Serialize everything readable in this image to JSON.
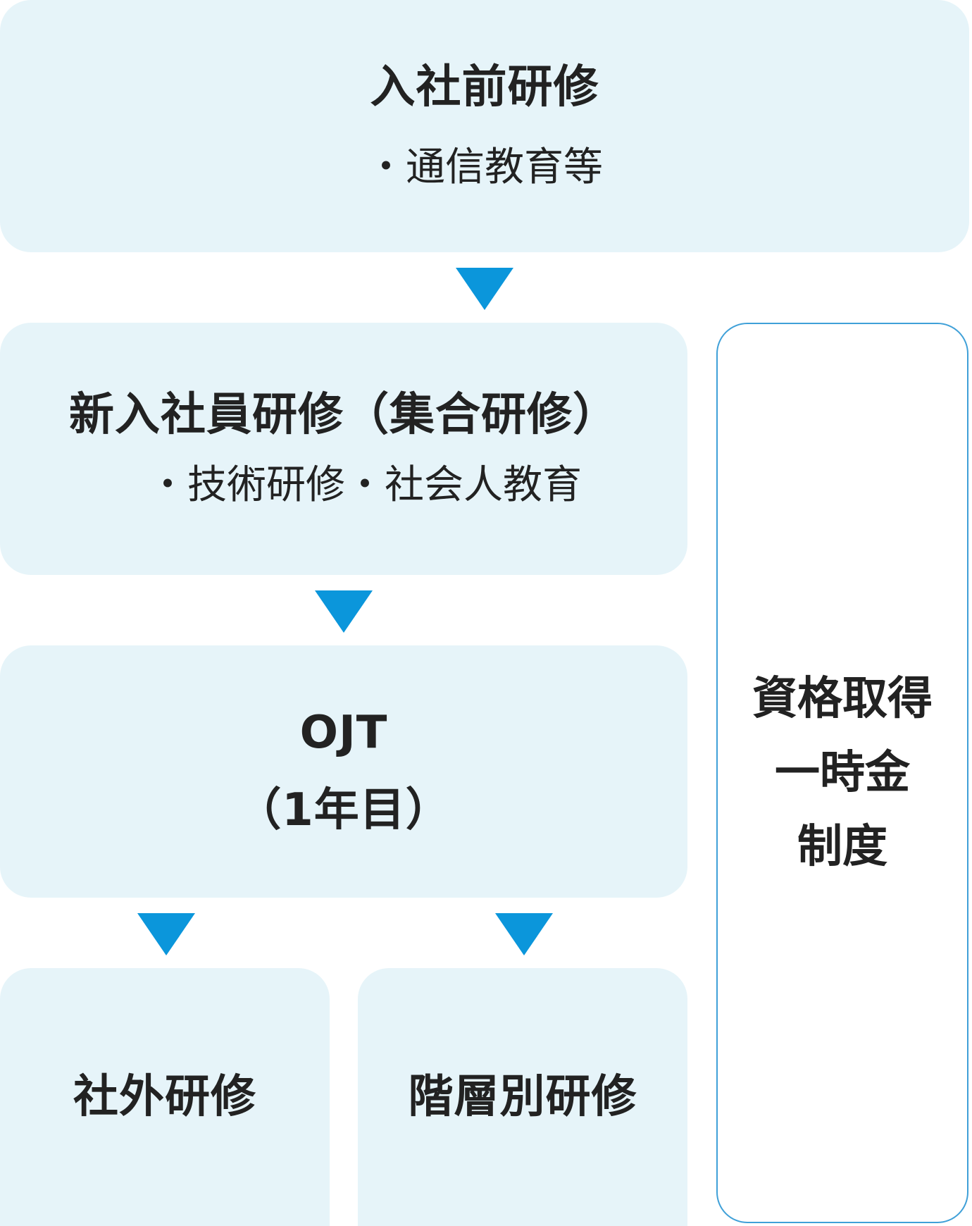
{
  "colors": {
    "box_fill": "#e6f4f9",
    "arrow": "#0b96db",
    "outline": "#3fa0d8",
    "text": "#222222"
  },
  "pre_entry": {
    "title": "入社前研修",
    "detail": "・通信教育等"
  },
  "new_employee": {
    "title": "新入社員研修（集合研修）",
    "detail": "・技術研修・社会人教育"
  },
  "ojt": {
    "title": "OJT",
    "period": "（1年目）"
  },
  "external": {
    "title": "社外研修"
  },
  "tiered": {
    "title": "階層別研修"
  },
  "certification": {
    "lines": [
      "資格取得",
      "一時金",
      "制度"
    ]
  }
}
